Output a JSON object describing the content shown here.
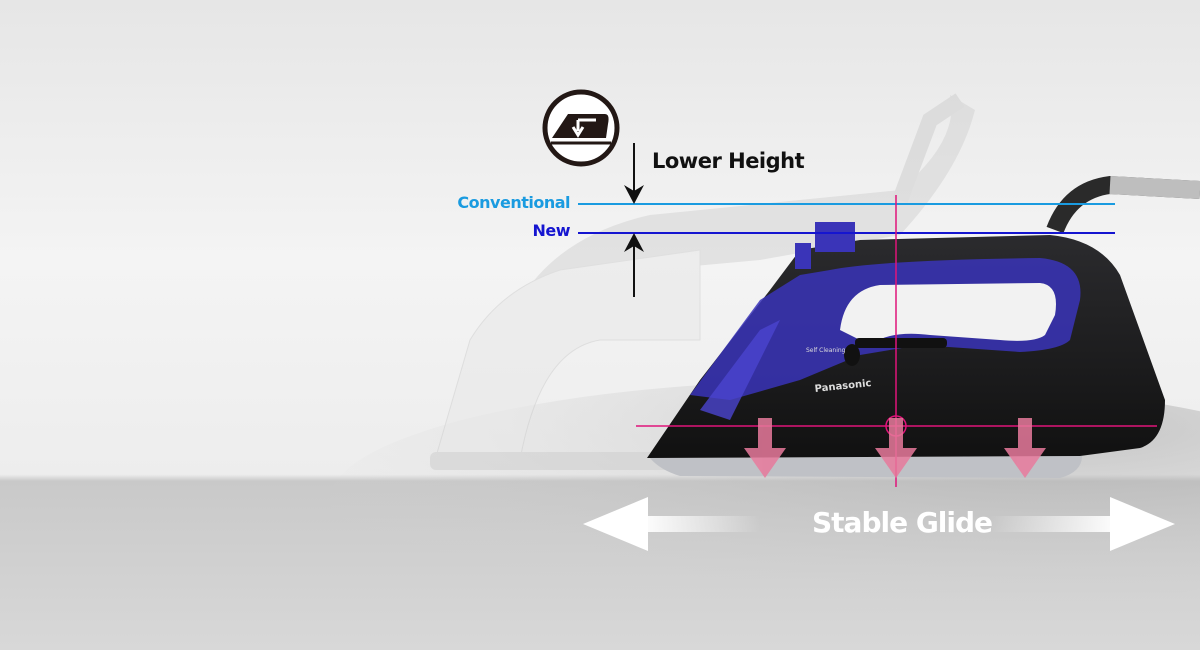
{
  "labels": {
    "lower_height": "Lower Height",
    "conventional": "Conventional",
    "new": "New",
    "stable_glide": "Stable Glide"
  },
  "product": {
    "brand_logo": "Panasonic",
    "dial_label": "Self Cleaning"
  },
  "icons": {
    "badge": "iron-lower-height-icon"
  },
  "colors": {
    "conventional_line": "#1a9be0",
    "new_line": "#1515d0",
    "center_of_gravity": "#e0147a",
    "pressure_arrows": "#e87a9c",
    "iron_body": "#1c1c1e",
    "iron_accent": "#3a34b8"
  }
}
